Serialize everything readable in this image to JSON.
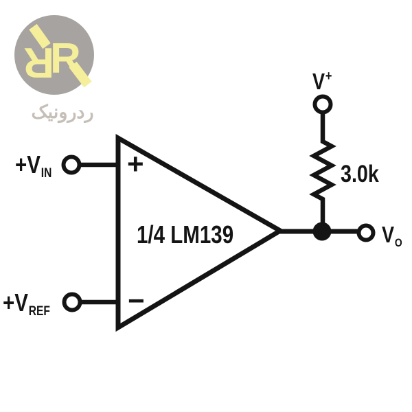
{
  "watermark": {
    "monogram_letter": "R",
    "brand_name_fa": "ردرونیک",
    "colors": {
      "circle_gray": "#a6a3a0",
      "monogram_yellow": "#f5ee9b",
      "brand_text": "#c6bfb8"
    }
  },
  "schematic": {
    "device_label": "1/4 LM139",
    "line_color": "#141414",
    "noninverting_input": {
      "symbol": "+",
      "label_main": "+V",
      "label_sub": "IN"
    },
    "inverting_input": {
      "symbol": "−",
      "label_main": "+V",
      "label_sub": "REF"
    },
    "supply": {
      "label_main": "V",
      "label_sup": "+"
    },
    "pullup_resistor": {
      "value": "3.0k"
    },
    "output": {
      "label_main": "V",
      "label_sub": "O"
    }
  }
}
